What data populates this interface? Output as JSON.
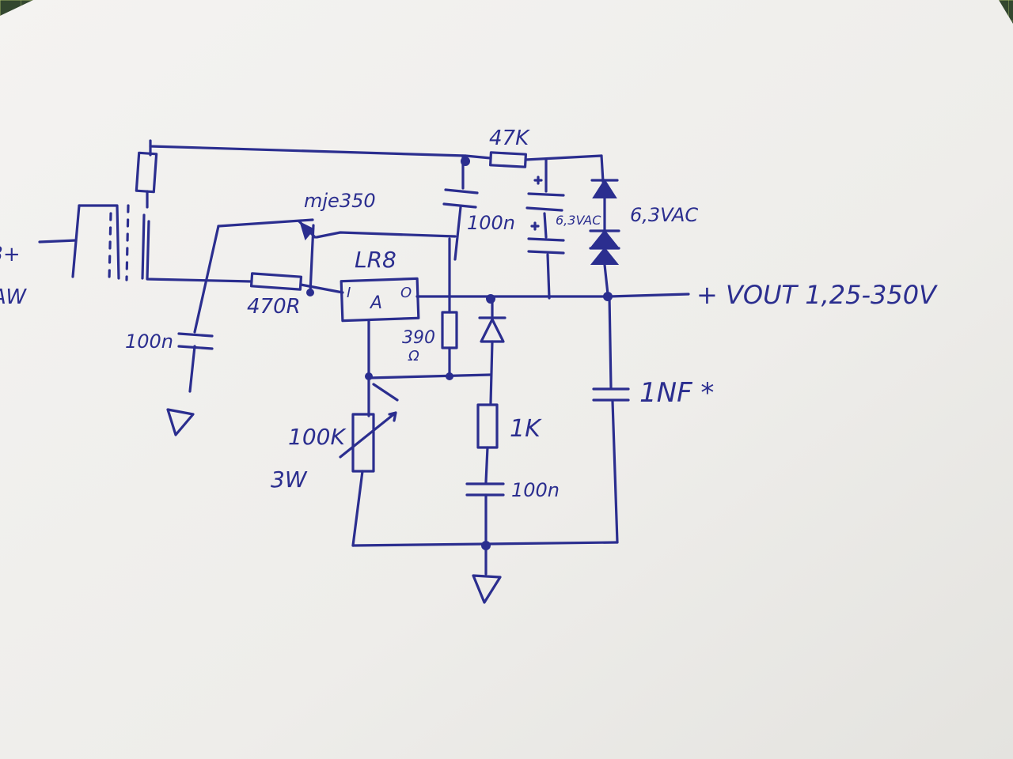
{
  "labels": {
    "r_top": "47K",
    "transistor": "mje350",
    "regulator": "LR8",
    "reg_in": "I",
    "reg_adj": "A",
    "reg_out": "O",
    "c_top": "100n",
    "zener_left": "6,3VAC",
    "zener_right": "6,3VAC",
    "r_base": "470R",
    "c_left": "100n",
    "r_390": "390",
    "r_390_unit": "Ω",
    "output": "+ VOUT  1,25-350V",
    "c_out": "1NF *",
    "pot": "100K",
    "pot_power": "3W",
    "r_1k": "1K",
    "c_bottom": "100n",
    "input_top": "B+",
    "input_bottom": "AW"
  },
  "colors": {
    "ink": "#2b2e8f",
    "paper": "#f2f1ee",
    "mat": "#33472f"
  }
}
